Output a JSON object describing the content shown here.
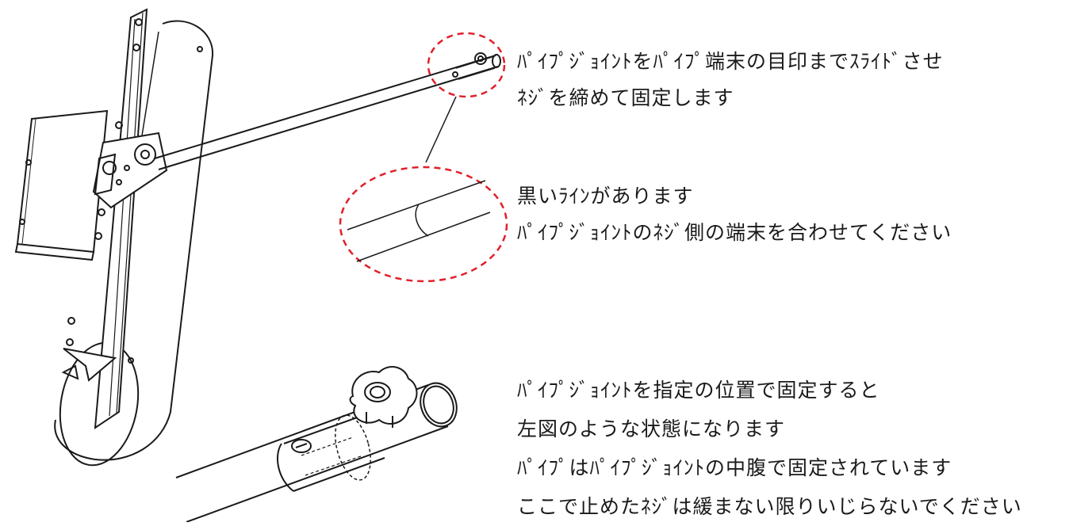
{
  "notes": {
    "top": [
      "ﾊﾟｲﾌﾟｼﾞｮｲﾝﾄをﾊﾟｲﾌﾟ端末の目印までｽﾗｲﾄﾞさせ",
      "ﾈｼﾞを締めて固定します"
    ],
    "middle": [
      "黒いﾗｲﾝがあります",
      "ﾊﾟｲﾌﾟｼﾞｮｲﾝﾄのﾈｼﾞ側の端末を合わせてください"
    ],
    "bottom": [
      "ﾊﾟｲﾌﾟｼﾞｮｲﾝﾄを指定の位置で固定すると",
      "左図のような状態になります",
      "ﾊﾟｲﾌﾟはﾊﾟｲﾌﾟｼﾞｮｲﾝﾄの中腹で固定されています",
      "ここで止めたﾈｼﾞは緩まない限りいじらないでください"
    ]
  },
  "colors": {
    "line": "#1a1a1a",
    "highlight": "#e0202a",
    "background": "#ffffff"
  }
}
